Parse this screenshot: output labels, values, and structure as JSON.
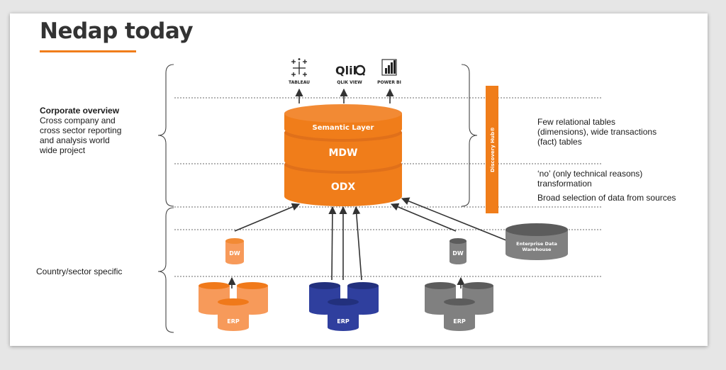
{
  "title": "Nedap today",
  "colors": {
    "accent": "#f07d1a",
    "orange_dark": "#d9691a",
    "orange_light": "#f79a5a",
    "blue": "#2f3f9e",
    "grey": "#7f7f7f",
    "arrow": "#333333"
  },
  "left": {
    "corporate_heading": "Corporate overview",
    "corporate_lines": [
      "Cross company and",
      "cross sector  reporting",
      "and analysis world",
      "wide project"
    ],
    "country_label": "Country/sector specific"
  },
  "tools": [
    {
      "name": "TABLEAU",
      "icon": "tableau-icon"
    },
    {
      "name": "QLIK VIEW",
      "logo": "Qlik",
      "icon": "qlik-icon"
    },
    {
      "name": "POWER BI",
      "icon": "power-bi-icon"
    }
  ],
  "stack": {
    "top": "Semantic Layer",
    "middle": "MDW",
    "bottom": "ODX"
  },
  "discovery_hub": "Discovery Hub®",
  "right": {
    "mdw_lines": [
      "Few relational tables",
      "(dimensions), wide transactions",
      "(fact) tables"
    ],
    "odx_lines": [
      "‘no’ (only technical reasons)",
      "transformation"
    ],
    "sources_line": "Broad selection of data from sources"
  },
  "sources": {
    "dw_label": "DW",
    "erp_label": "ERP",
    "edw_lines": [
      "Enterprise Data",
      "Warehouse"
    ]
  }
}
